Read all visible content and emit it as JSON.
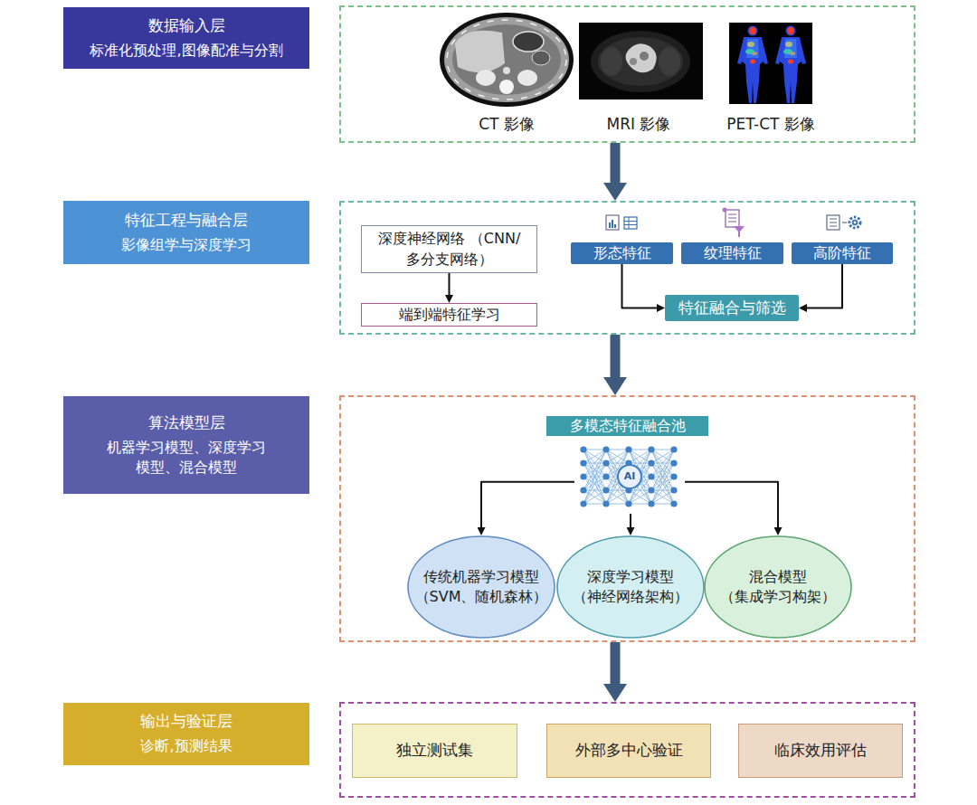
{
  "diagram": {
    "nodes": [
      {
        "text": [
          "数据输入层",
          "标准化预处理,图像配准与分割"
        ]
      },
      {
        "text": [
          "特征工程与融合层",
          "影像组学与深度学习"
        ]
      },
      {
        "text": [
          "深度神经网络 （CNN/多分支网络）"
        ],
        "in": 1
      },
      {
        "text": [
          "端到端特征学习"
        ],
        "in": 1
      },
      {
        "text": [
          "形态特征"
        ],
        "in": 1
      },
      {
        "text": [
          "纹理特征"
        ],
        "in": 1
      },
      {
        "text": [
          "高阶特征"
        ],
        "in": 1
      },
      {
        "text": [
          "特征融合与筛选"
        ],
        "in": 1
      },
      {
        "text": [
          "算法模型层",
          "机器学习模型、深度学习 模型、混合模型"
        ]
      },
      {
        "text": [
          "多模态特征融合池"
        ],
        "in": 8
      },
      {
        "text": [
          "AI"
        ],
        "in": 8
      },
      {
        "text": [
          "传统机器学习模型 （SVM、随机森林）"
        ],
        "in": 8
      },
      {
        "text": [
          "深度学习模型 （神经网络架构）"
        ],
        "in": 8
      },
      {
        "text": [
          "混合模型 （集成学习构架）"
        ],
        "in": 8
      },
      {
        "text": [
          "输出与验证层",
          "诊断,预测结果"
        ]
      },
      {
        "text": [
          "独立测试集"
        ],
        "in": 14
      },
      {
        "text": [
          "外部多中心验证"
        ],
        "in": 14
      },
      {
        "text": [
          "临床效用评估"
        ],
        "in": 14
      }
    ],
    "edges": [
      {
        "from": 0,
        "to": 1,
        "arrow": "to"
      },
      {
        "from": 1,
        "to": 8,
        "arrow": "to"
      },
      {
        "from": 8,
        "to": 14,
        "arrow": "to"
      },
      {
        "from": 2,
        "to": 3,
        "arrow": "to"
      },
      {
        "from": 4,
        "to": 7,
        "arrow": "to"
      },
      {
        "from": 6,
        "to": 7,
        "arrow": "to"
      },
      {
        "from": 10,
        "to": 11,
        "arrow": "to"
      },
      {
        "from": 10,
        "to": 12,
        "arrow": "to"
      },
      {
        "from": 10,
        "to": 13,
        "arrow": "to"
      }
    ],
    "labels": [
      "CT 影像",
      "MRI 影像",
      "PET-CT 影像"
    ]
  }
}
